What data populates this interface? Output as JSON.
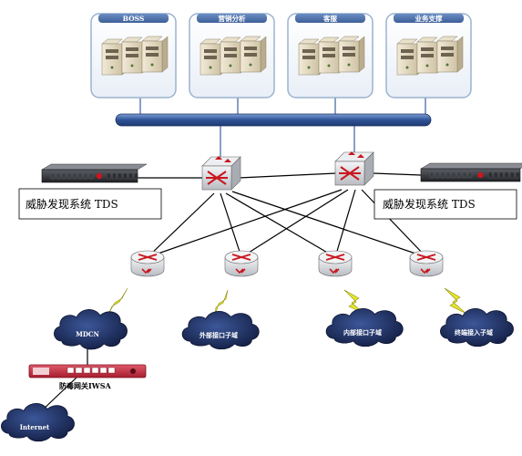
{
  "server_groups": [
    {
      "title": "BOSS"
    },
    {
      "title": "营销分析"
    },
    {
      "title": "客服"
    },
    {
      "title": "业务支撑"
    }
  ],
  "tds_label": "威胁发现系统 TDS",
  "clouds": [
    {
      "label": "MDCN"
    },
    {
      "label": "外部接口子域"
    },
    {
      "label": "内部接口子域"
    },
    {
      "label": "终端接入子域"
    },
    {
      "label": "Internet"
    }
  ],
  "gateway_label": "防毒网关IWSA",
  "colors": {
    "panel_border": "#9ab3cf",
    "panel_header": "#4a6fa8",
    "bus": "#3d62a0",
    "router_body": "#d7d9dc",
    "router_accent": "#c9171e",
    "cloud": "#1d2f63",
    "lightning": "#e6e62a",
    "gateway": "#c8283b"
  }
}
